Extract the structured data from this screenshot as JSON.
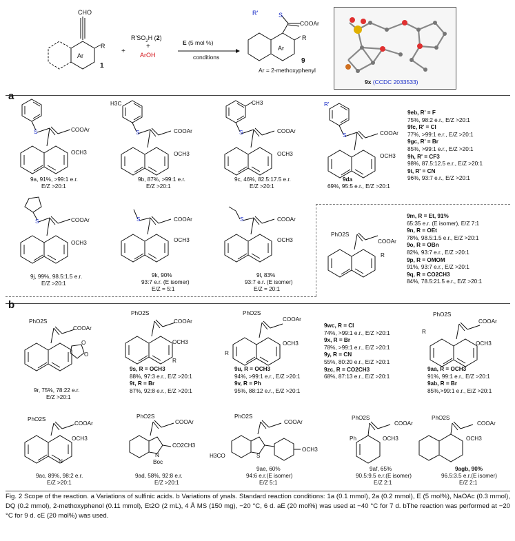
{
  "scheme": {
    "sm1_top": "CHO",
    "sm1_sub": "R",
    "sm1_ring": "Ar",
    "sm1_label": "1",
    "plus1": "+",
    "reag2": "R'SO",
    "reag2_sub": "2",
    "reag2_h": "H (",
    "reag2_num": "2",
    "reag2_close": ")",
    "plus2": "+",
    "aroh": "ArOH",
    "cat_E": "E",
    "cat_rest": " (5 mol %)",
    "conditions": "conditions",
    "prod_R": "R'",
    "prod_S": "S",
    "prod_ester": "COOAr",
    "prod_ring": "Ar",
    "prod_sub": "R",
    "prod_label": "9",
    "ar_def": "Ar = 2-methoxyphenyl"
  },
  "crystal": {
    "label_bold": "9x",
    "label_ccdc": " (CCDC 2033533)"
  },
  "sections": {
    "a": "a",
    "b": "b"
  },
  "compounds": {
    "c9a": [
      "9a, 91%, >99:1 e.r.",
      "E/Z >20:1"
    ],
    "c9b": [
      "9b, 87%, >99:1 e.r.",
      "E/Z >20:1"
    ],
    "c9c": [
      "9c, 46%, 82.5:17.5 e.r.",
      "E/Z >20:1"
    ],
    "c9d": [
      "9da",
      "69%, 95:5 e.r.,  E/Z >20:1"
    ],
    "c9e_list": [
      "9eb, R' = F",
      "75%, 98:2 e.r., E/Z >20:1",
      "9fc, R' = Cl",
      "77%, >99:1 e.r., E/Z >20:1",
      "9gc, R' = Br",
      "85%, >99:1 e.r., E/Z >20:1",
      "9h, R' = CF3",
      "98%, 87.5:12.5 e.r., E/Z >20:1",
      "9i, R' = CN",
      "96%, 93:7 e.r., E/Z >20:1"
    ],
    "c9j": [
      "9j, 99%, 98.5:1.5 e.r.",
      "E/Z >20:1"
    ],
    "c9k": [
      "9k, 90%",
      "93:7 e.r. (E isomer)",
      "E/Z = 5:1"
    ],
    "c9l": [
      "9l, 83%",
      "93:7 e.r. (E isomer)",
      "E/Z = 20:1"
    ],
    "c9m_list": [
      "9m, R = Et, 91%",
      "65:35 e.r. (E isomer), E/Z 7:1",
      "9n, R = OEt",
      "78%, 98.5:1.5 e.r., E/Z >20:1",
      "9o, R = OBn",
      "82%, 93:7 e.r., E/Z >20:1",
      "9p, R = OMOM",
      "91%, 93:7 e.r., E/Z >20:1",
      "9q, R = CO2CH3",
      "84%, 78.5:21.5 e.r., E/Z >20:1"
    ],
    "c9r": [
      "9r, 75%, 78:22 e.r.",
      "E/Z >20:1"
    ],
    "c9s_list": [
      "9s, R = OCH3",
      "88%, 97:3 e.r., E/Z >20:1",
      "9t, R = Br",
      "87%, 92:8 e.r., E/Z >20:1"
    ],
    "c9u_list": [
      "9u, R = OCH3",
      "94%, >99:1 e.r., E/Z >20:1",
      "9v, R = Ph",
      "95%, 88:12 e.r., E/Z >20:1"
    ],
    "c9w_list": [
      "9wc, R = Cl",
      "74%, >99:1 e.r., E/Z >20:1",
      "9x, R = Br",
      "78%, >99:1 e.r., E/Z >20:1",
      "9y, R = CN",
      "55%, 80:20 e.r., E/Z >20:1",
      "9zc, R = CO2CH3",
      "68%, 87:13 e.r., E/Z >20:1"
    ],
    "c9aa_list": [
      "9aa, R = OCH3",
      "91%, 99:1 e.r., E/Z >20:1",
      "9ab, R = Br",
      "85%,>99:1 e.r., E/Z >20:1"
    ],
    "c9ac": [
      "9ac, 89%, 98:2 e.r.",
      "E/Z >20:1"
    ],
    "c9ad": [
      "9ad, 58%, 92:8 e.r.",
      "E/Z >20:1"
    ],
    "c9ae": [
      "9ae, 60%",
      "94:6 e.r.(E isomer)",
      "E/Z 5:1"
    ],
    "c9af": [
      "9af, 65%",
      "90.5:9.5 e.r.(E isomer)",
      "E/Z 2:1"
    ],
    "c9ag": [
      "9agb, 90%",
      "96.5:3.5 e.r.(E isomer)",
      "E/Z 2:1"
    ]
  },
  "structure_text": {
    "cooar": "COOAr",
    "och3": "OCH3",
    "pho2s": "PhO2S",
    "s": "S",
    "o": "O",
    "r": "R",
    "rp": "R'",
    "h3c": "H3C",
    "ch3": "CH3",
    "ph": "Ph",
    "n": "N",
    "boc": "Boc",
    "co2ch3": "CO2CH3",
    "h3co": "H3CO"
  },
  "caption": "Fig. 2 Scope of the reaction. a Variations of sulfinic acids. b Variations of ynals. Standard reaction conditions: 1a (0.1 mmol), 2a (0.2 mmol), E (5 mol%), NaOAc (0.3 mmol), DQ (0.2 mmol), 2-methoxyphenol (0.11 mmol), Et2O (2 mL), 4 Å MS (150 mg), −20 °C, 6 d. aE (20 mol%) was used at −40 °C for 7 d. bThe reaction was performed at −20 °C for 9 d. cE (20 mol%) was used."
}
